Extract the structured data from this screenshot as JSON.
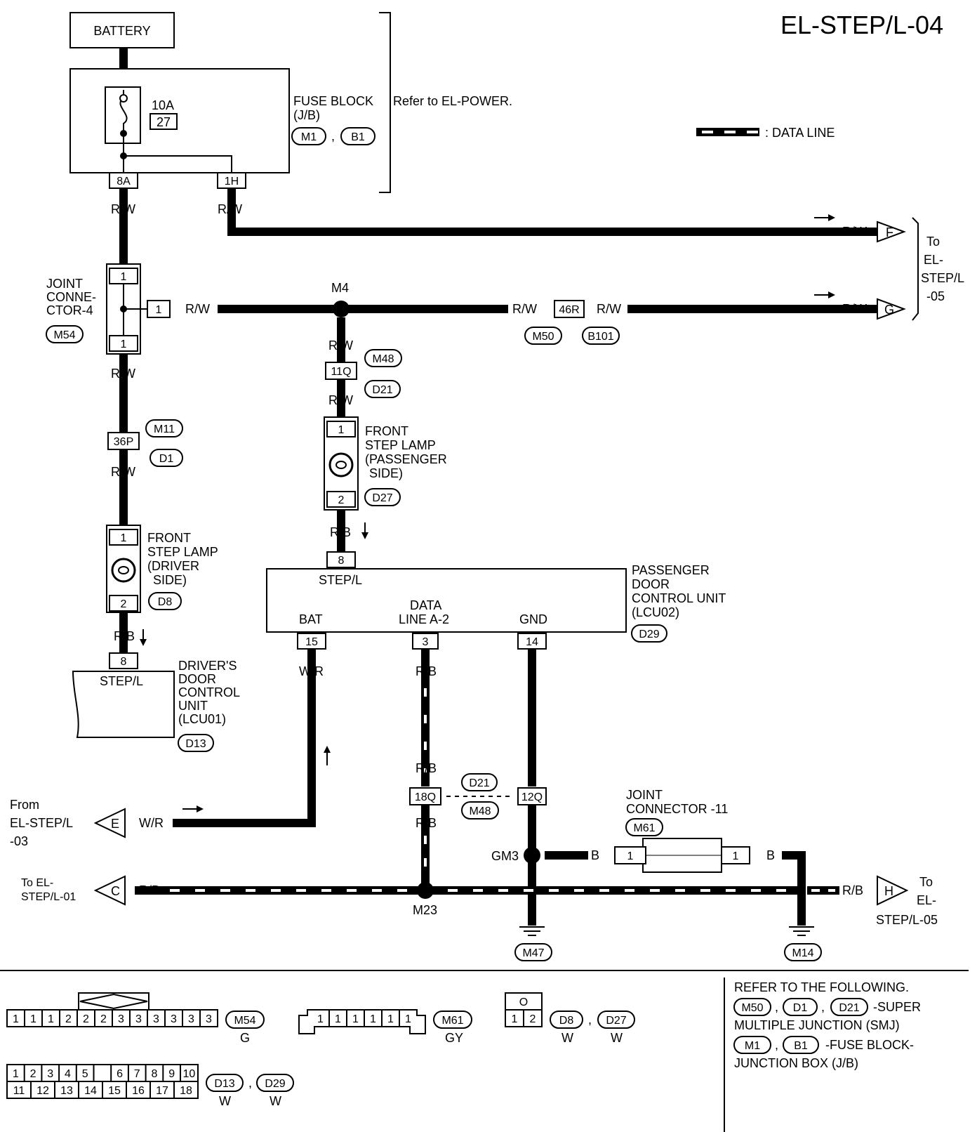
{
  "title": "EL-STEP/L-04",
  "battery": "BATTERY",
  "fuse": {
    "amp": "10A",
    "num": "27",
    "name1": "FUSE BLOCK",
    "name2": "(J/B)",
    "refer": "Refer to EL-POWER.",
    "conn_a": "M1",
    "conn_b": "B1",
    "t1": "8A",
    "t2": "1H"
  },
  "legend": {
    "data_line": ": DATA LINE"
  },
  "wire": {
    "rw": "R/W",
    "rb": "R/B",
    "wr": "W/R",
    "b": "B"
  },
  "joint4": {
    "l1": "JOINT",
    "l2": "CONNE-",
    "l3": "CTOR-4",
    "conn": "M54",
    "p1": "1"
  },
  "m4": "M4",
  "c46r": {
    "pin": "46R",
    "a": "M50",
    "b": "B101"
  },
  "c11q": {
    "pin": "11Q",
    "a": "M48",
    "b": "D21"
  },
  "c36p": {
    "pin": "36P",
    "a": "M11",
    "b": "D1"
  },
  "lamp_p": {
    "l1": "FRONT",
    "l2": "STEP LAMP",
    "l3": "(PASSENGER",
    "l4": "SIDE)",
    "conn": "D27",
    "p1": "1",
    "p2": "2"
  },
  "lamp_d": {
    "l1": "FRONT",
    "l2": "STEP LAMP",
    "l3": "(DRIVER",
    "l4": "SIDE)",
    "conn": "D8",
    "p1": "1",
    "p2": "2"
  },
  "pdcu": {
    "l1": "PASSENGER",
    "l2": "DOOR",
    "l3": "CONTROL UNIT",
    "l4": "(LCU02)",
    "conn": "D29",
    "stepl": "STEP/L",
    "pin8": "8",
    "bat": "BAT",
    "data1": "DATA",
    "data2": "LINE A-2",
    "gnd": "GND",
    "p15": "15",
    "p3": "3",
    "p14": "14"
  },
  "ddcu": {
    "l1": "DRIVER'S",
    "l2": "DOOR",
    "l3": "CONTROL",
    "l4": "UNIT",
    "l5": "(LCU01)",
    "conn": "D13",
    "stepl": "STEP/L",
    "pin8": "8"
  },
  "c18q": {
    "pin": "18Q",
    "pin2": "12Q",
    "a": "D21",
    "b": "M48"
  },
  "joint11": {
    "l1": "JOINT",
    "l2": "CONNECTOR -11",
    "conn": "M61",
    "p1": "1"
  },
  "gm3": "GM3",
  "m23": "M23",
  "grounds": {
    "g1": "M47",
    "g2": "M14"
  },
  "arrows": {
    "F": "F",
    "G": "G",
    "E": "E",
    "C": "C",
    "H": "H",
    "to": "To",
    "el": "EL-",
    "step05": "STEP/L",
    "dash05": "-05",
    "from": "From",
    "from_el": "EL-STEP/L",
    "from_03": "-03",
    "to_el01a": "To EL-",
    "to_el01b": "STEP/L-01",
    "h_step05": "STEP/L-05"
  },
  "connectors": {
    "m54_top": [
      "1",
      "1",
      "1",
      "2",
      "2",
      "2",
      "3",
      "3",
      "3",
      "3",
      "3",
      "3"
    ],
    "m54": "M54",
    "m54_color": "G",
    "m61_top": [
      "1",
      "1",
      "1",
      "1",
      "1",
      "1"
    ],
    "m61": "M61",
    "m61_color": "GY",
    "d8_top": "O",
    "d8_pins": [
      "1",
      "2"
    ],
    "d8": "D8",
    "d27": "D27",
    "d8_color": "W",
    "d27_color": "W",
    "d13_row1": [
      "1",
      "2",
      "3",
      "4",
      "5",
      "",
      "6",
      "7",
      "8",
      "9",
      "10"
    ],
    "d13_row2": [
      "11",
      "12",
      "13",
      "14",
      "15",
      "16",
      "17",
      "18"
    ],
    "d13": "D13",
    "d29": "D29",
    "d13_color": "W",
    "d29_color": "W"
  },
  "refer": {
    "head": "REFER TO THE FOLLOWING.",
    "a1": "M50",
    "a2": "D1",
    "a3": "D21",
    "a_txt": "-SUPER",
    "a_txt2": "MULTIPLE JUNCTION (SMJ)",
    "b1": "M1",
    "b2": "B1",
    "b_txt": "-FUSE BLOCK-",
    "b_txt2": "JUNCTION BOX (J/B)",
    "comma": ","
  }
}
